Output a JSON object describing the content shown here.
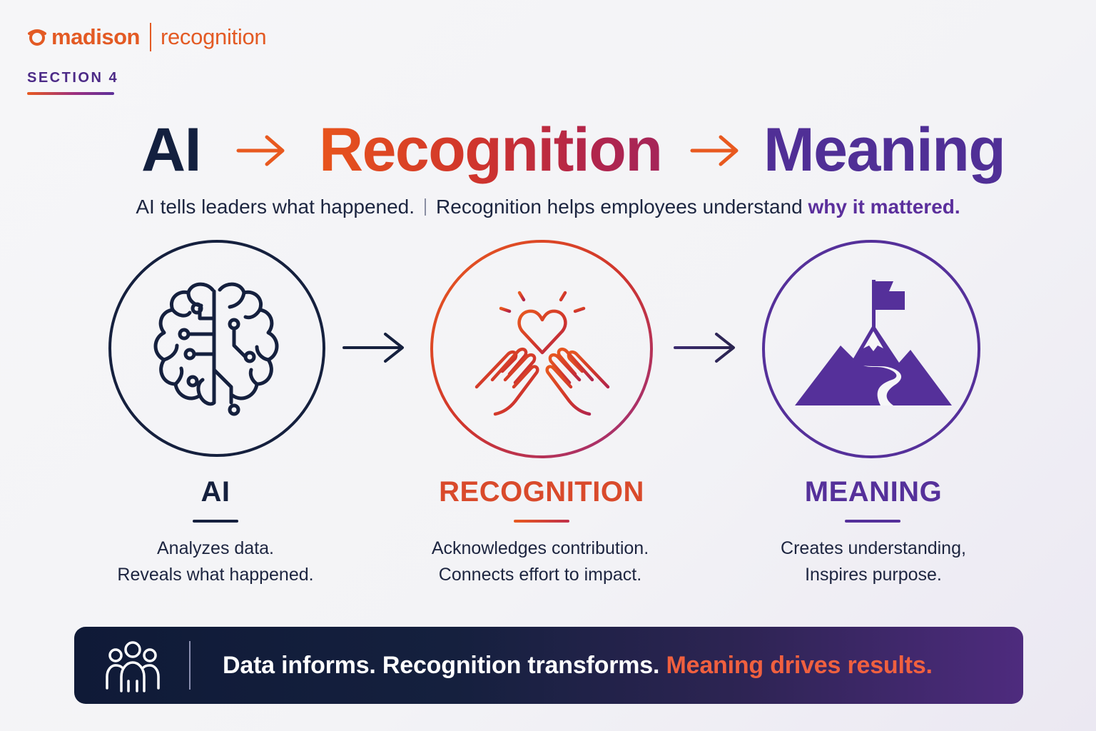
{
  "brand": {
    "name": "madison",
    "product": "recognition",
    "color": "#e35a24"
  },
  "section_label": "SECTION 4",
  "headline": {
    "part1": "AI",
    "part2": "Recognition",
    "part3": "Meaning",
    "arrow_icon": "right-arrow-icon"
  },
  "subtitle": {
    "left": "AI tells leaders what happened.",
    "right_plain": "Recognition helps employees understand",
    "right_emphasis": "why it mattered."
  },
  "steps": [
    {
      "title": "AI",
      "line1": "Analyzes data.",
      "line2": "Reveals what happened.",
      "icon": "brain-circuit-icon",
      "color": "#15203e"
    },
    {
      "title": "RECOGNITION",
      "line1": "Acknowledges contribution.",
      "line2": "Connects effort to impact.",
      "icon": "hands-heart-icon",
      "color": "#d94a2b"
    },
    {
      "title": "MEANING",
      "line1": "Creates understanding,",
      "line2": "Inspires purpose.",
      "icon": "mountain-flag-icon",
      "color": "#55309a"
    }
  ],
  "banner": {
    "icon": "people-group-icon",
    "text_plain": "Data informs. Recognition transforms.",
    "text_highlight": "Meaning drives results.",
    "highlight_color": "#f0603f"
  }
}
